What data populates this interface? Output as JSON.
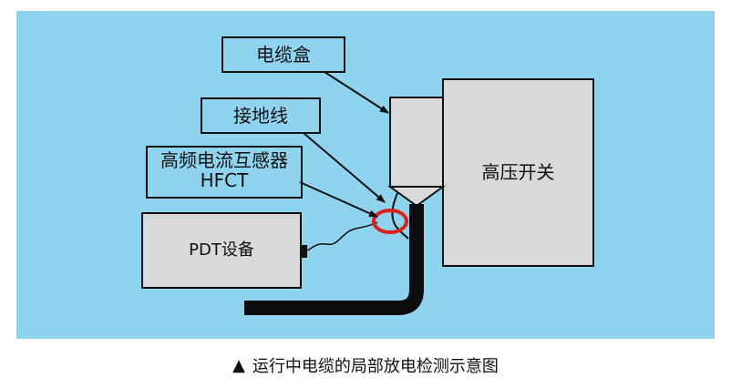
{
  "diagram": {
    "labels": {
      "cable_box": "电缆盒",
      "ground_wire": "接地线",
      "hfct_line1": "高频电流互感器",
      "hfct_line2": "HFCT",
      "pdt_device": "PDT设备",
      "switchgear": "高压开关"
    },
    "colors": {
      "background": "#8fd3ee",
      "box_fill": "#d9d9d9",
      "outline": "#111111",
      "cable": "#0d0d0d",
      "hfct_ring": "#e0201b"
    }
  },
  "caption": {
    "marker": "▲",
    "text": "运行中电缆的局部放电检测示意图"
  }
}
